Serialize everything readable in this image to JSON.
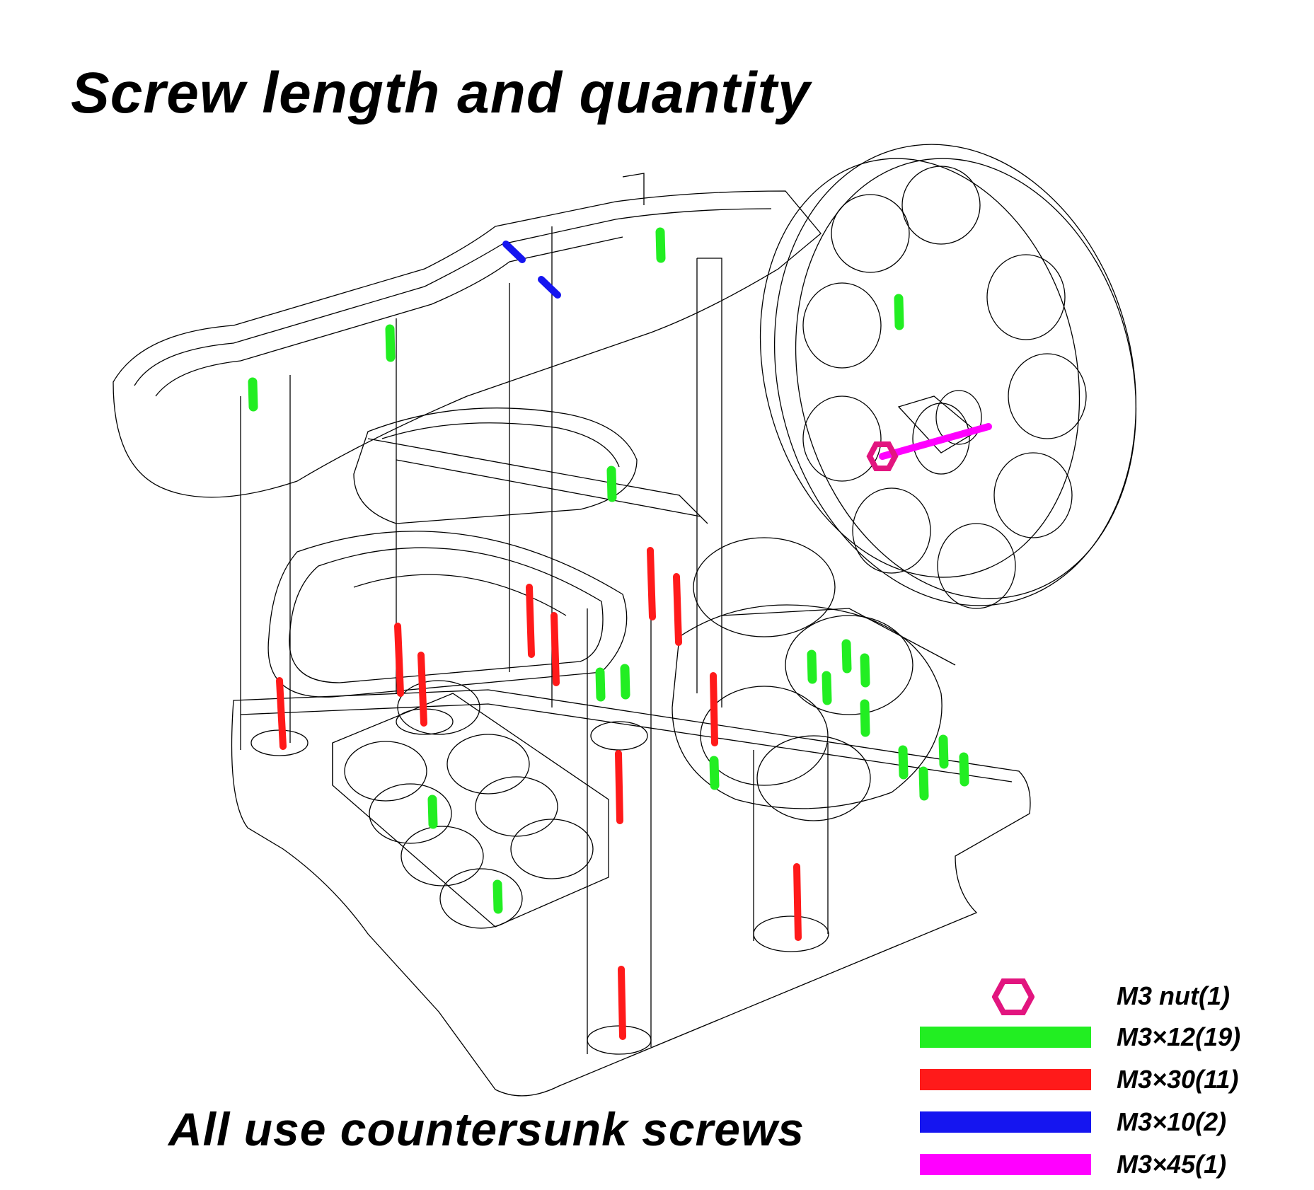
{
  "title": "Screw length and quantity",
  "subtitle": "All use countersunk screws",
  "legend": [
    {
      "label": "M3 nut(1)",
      "color": "#e2157f",
      "icon": "hex-nut-icon"
    },
    {
      "label": "M3×12(19)",
      "color": "#22ee22",
      "icon": "bar"
    },
    {
      "label": "M3×30(11)",
      "color": "#ff1a1a",
      "icon": "bar"
    },
    {
      "label": "M3×10(2)",
      "color": "#1515f0",
      "icon": "bar"
    },
    {
      "label": "M3×45(1)",
      "color": "#ff00ff",
      "icon": "bar"
    }
  ],
  "colors": {
    "m3x12": "#22ee22",
    "m3x30": "#ff1a1a",
    "m3x10": "#1515f0",
    "m3x45": "#ff00ff",
    "nut": "#e2157f",
    "outline": "#000000"
  }
}
